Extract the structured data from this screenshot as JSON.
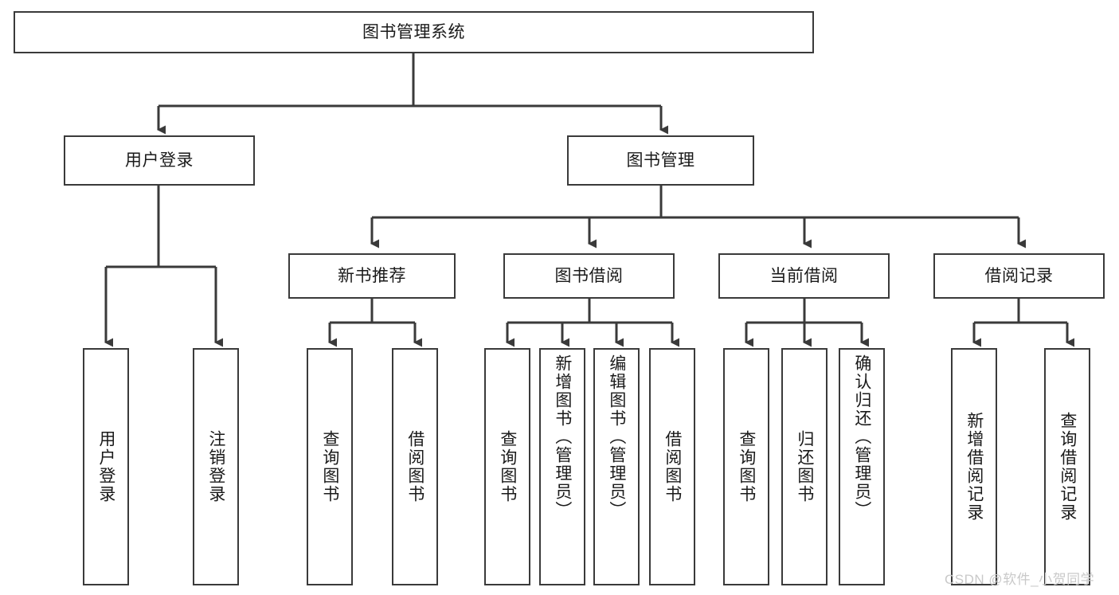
{
  "diagram": {
    "title_node": {
      "label": "图书管理系统"
    },
    "level2": [
      {
        "key": "user_login",
        "label": "用户登录"
      },
      {
        "key": "book_manage",
        "label": "图书管理"
      }
    ],
    "level3": [
      {
        "key": "new_book_rec",
        "label": "新书推荐"
      },
      {
        "key": "book_borrow",
        "label": "图书借阅"
      },
      {
        "key": "current_borrow",
        "label": "当前借阅"
      },
      {
        "key": "borrow_record",
        "label": "借阅记录"
      }
    ],
    "leaves": {
      "user_login": [
        {
          "key": "login",
          "label": "用户登录",
          "align": "center"
        },
        {
          "key": "logout",
          "label": "注销登录",
          "align": "center"
        }
      ],
      "new_book_rec": [
        {
          "key": "query_book_1",
          "label": "查询图书",
          "align": "center"
        },
        {
          "key": "borrow_book_1",
          "label": "借阅图书",
          "align": "center"
        }
      ],
      "book_borrow": [
        {
          "key": "query_book_2",
          "label": "查询图书",
          "align": "center"
        },
        {
          "key": "add_book",
          "label": "新增图书（管理员）",
          "align": "top"
        },
        {
          "key": "edit_book",
          "label": "编辑图书（管理员）",
          "align": "top"
        },
        {
          "key": "borrow_book_2",
          "label": "借阅图书",
          "align": "center"
        }
      ],
      "current_borrow": [
        {
          "key": "query_book_3",
          "label": "查询图书",
          "align": "center"
        },
        {
          "key": "return_book",
          "label": "归还图书",
          "align": "center"
        },
        {
          "key": "confirm_return",
          "label": "确认归还（管理员）",
          "align": "top"
        }
      ],
      "borrow_record": [
        {
          "key": "add_record",
          "label": "新增借阅记录",
          "align": "center"
        },
        {
          "key": "query_record",
          "label": "查询借阅记录",
          "align": "center"
        }
      ]
    },
    "watermark": {
      "text": "CSDN @软件_小贺同学"
    },
    "colors": {
      "stroke": "#3a3a3a",
      "background": "#ffffff",
      "text": "#1a1a1a",
      "watermark": "#c9c9c9"
    }
  }
}
